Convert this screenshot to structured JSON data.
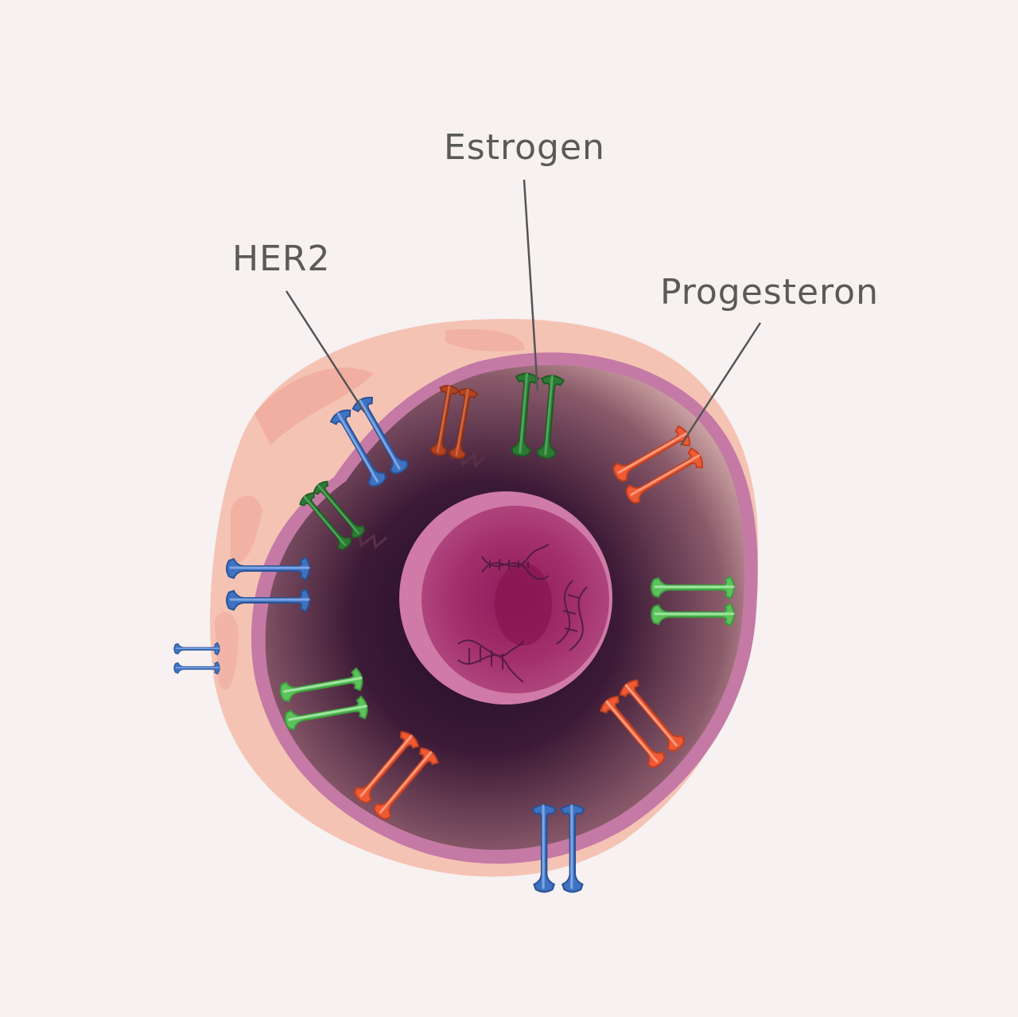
{
  "labels": {
    "estrogen": "Estrogen",
    "her2": "HER2",
    "progesteron": "Progesteron"
  },
  "colors": {
    "background": "#f7f1f1",
    "label_text": "#5a5a58",
    "leader_line": "#555555",
    "outer_cytoplasm": "#f5c3b4",
    "membrane": "#c47aa5",
    "interior_dark": "#3a1c36",
    "nucleus": "#b23d80",
    "her2_receptor": "#3f73c2",
    "estrogen_receptor": "#5cc25c",
    "progesteron_receptor": "#ef5a35"
  },
  "icons": [
    "dna-helix-icon",
    "zigzag-signal-icon"
  ]
}
